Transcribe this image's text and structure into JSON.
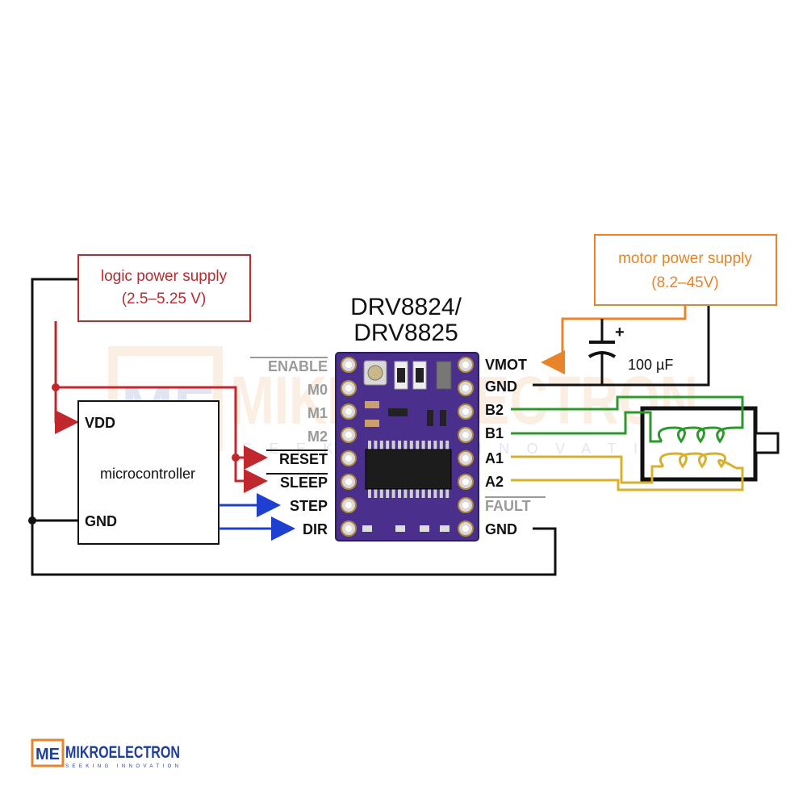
{
  "logic_supply": {
    "line1": "logic power supply",
    "line2": "(2.5–5.25 V)"
  },
  "motor_supply": {
    "line1": "motor power supply",
    "line2": "(8.2–45V)"
  },
  "driver": {
    "title1": "DRV8824/",
    "title2": "DRV8825"
  },
  "microcontroller": {
    "label": "microcontroller",
    "vdd": "VDD",
    "gnd": "GND"
  },
  "capacitor": {
    "value": "100 µF",
    "plus": "+"
  },
  "left_pins": [
    "ENABLE",
    "M0",
    "M1",
    "M2",
    "RESET",
    "SLEEP",
    "STEP",
    "DIR"
  ],
  "right_pins": [
    "VMOT",
    "GND",
    "B2",
    "B1",
    "A1",
    "A2",
    "FAULT",
    "GND"
  ],
  "watermark": {
    "title": "MIKROELECTRON",
    "tagline": "SEEKING INNOVATION",
    "badge": "ME"
  },
  "logo": {
    "badge": "ME",
    "title": "MIKROELECTRON",
    "tagline": "SEEKING INNOVATION"
  },
  "colors": {
    "logic": "#c0282d",
    "motor": "#e8832a",
    "signal": "#1f3fd1",
    "coil_b": "#2a9a2a",
    "coil_a": "#d9b02a",
    "board": "#4a2f8c",
    "ground": "#111111"
  }
}
